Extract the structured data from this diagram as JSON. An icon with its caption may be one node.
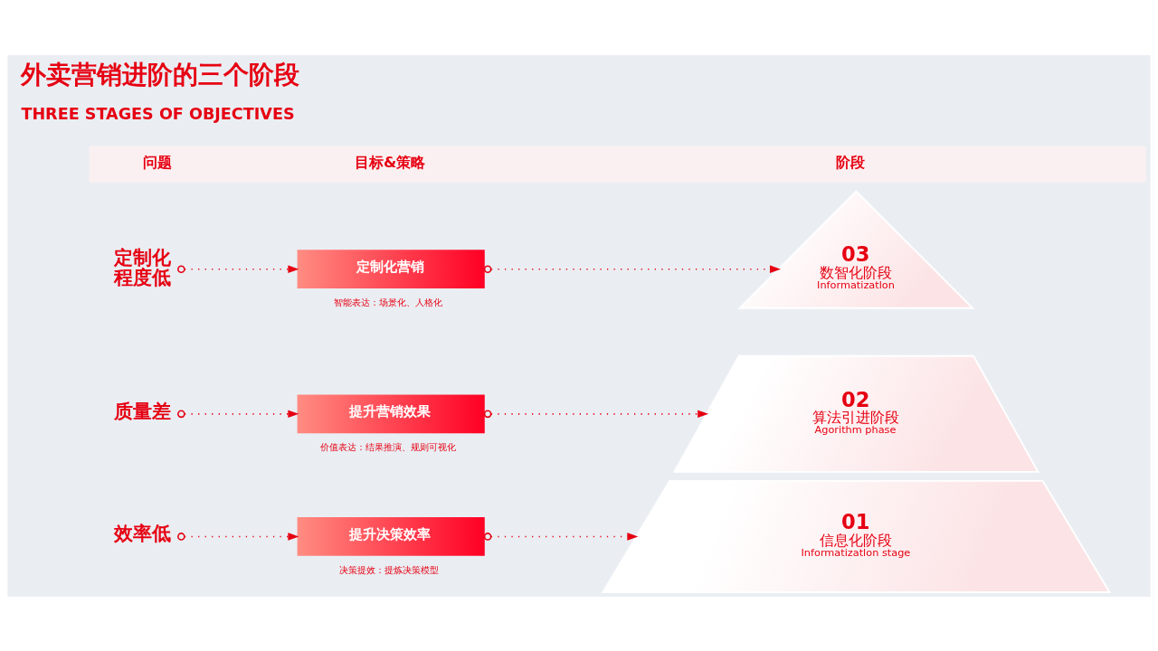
{
  "diagram": {
    "title": "外卖营销进阶的三个阶段",
    "nodes": [
      {
        "text": [
          "问题",
          "目标&策略",
          "阶段"
        ]
      },
      {
        "text": [
          "定制化程度低"
        ]
      },
      {
        "text": [
          "定制化营销"
        ],
        "beside": [
          "智能表达：场景化、人格化"
        ]
      },
      {
        "text": [
          "03",
          "数智化阶段",
          "Informatizatlon"
        ]
      },
      {
        "text": [
          "质量差"
        ]
      },
      {
        "text": [
          "提升营销效果"
        ],
        "beside": [
          "价值表达：结果推演、规则可视化"
        ]
      },
      {
        "text": [
          "02",
          "算法引进阶段",
          "Agorithm phase"
        ]
      },
      {
        "text": [
          "效率低"
        ]
      },
      {
        "text": [
          "提升决策效率"
        ],
        "beside": [
          "决策提效：提炼决策模型"
        ]
      },
      {
        "text": [
          "01",
          "信息化阶段",
          "Informatizatlon stage"
        ]
      }
    ],
    "edges": [
      {
        "from": 1,
        "to": 2,
        "arrow": "to",
        "style": "dashed"
      },
      {
        "from": 2,
        "to": 3,
        "arrow": "to",
        "style": "dashed"
      },
      {
        "from": 4,
        "to": 5,
        "arrow": "to",
        "style": "dashed"
      },
      {
        "from": 5,
        "to": 6,
        "arrow": "to",
        "style": "dashed"
      },
      {
        "from": 7,
        "to": 8,
        "arrow": "to",
        "style": "dashed"
      },
      {
        "from": 8,
        "to": 9,
        "arrow": "to",
        "style": "dashed"
      }
    ],
    "labels": [
      "THREE STAGES OF OBJECTIVES"
    ]
  }
}
